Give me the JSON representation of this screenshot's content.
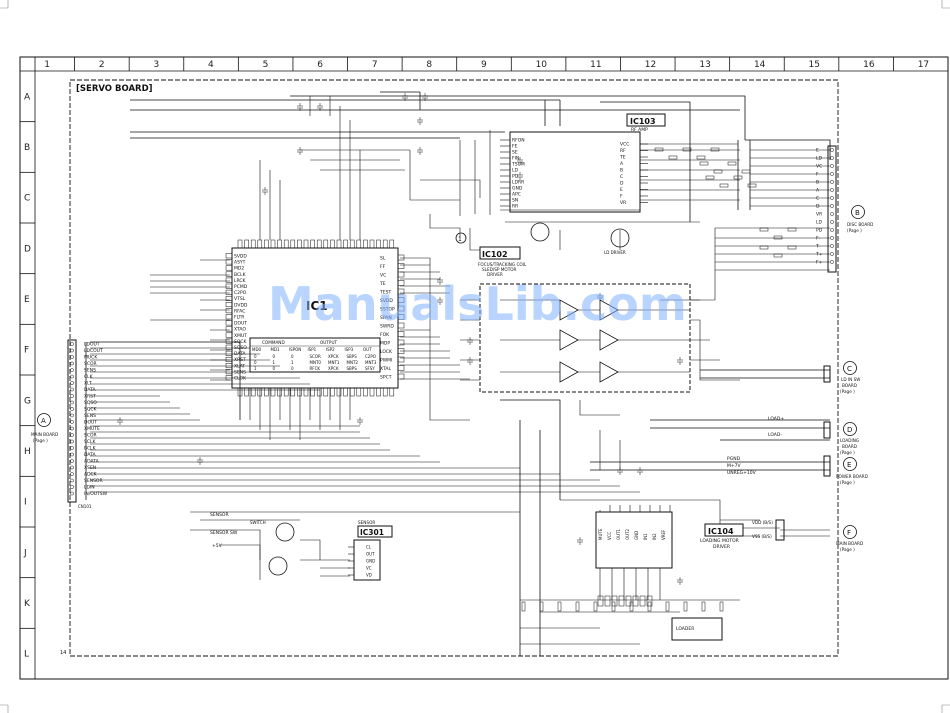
{
  "columns": [
    "1",
    "2",
    "3",
    "4",
    "5",
    "6",
    "7",
    "8",
    "9",
    "10",
    "11",
    "12",
    "13",
    "14",
    "15",
    "16",
    "17"
  ],
  "rows": [
    "A",
    "B",
    "C",
    "D",
    "E",
    "F",
    "G",
    "H",
    "I",
    "J",
    "K",
    "L"
  ],
  "board_title": "[SERVO BOARD]",
  "watermark": "ManualsLib.com",
  "ics": {
    "ic103": {
      "name": "IC103",
      "desc": "RF AMP"
    },
    "ic102": {
      "name": "IC102",
      "desc1": "FOCUS/TRACKING COIL",
      "desc2": "SLED/SP MOTOR",
      "desc3": "DRIVER"
    },
    "ic101": {
      "name": "IC1"
    },
    "ic104": {
      "name": "IC104",
      "desc1": "LOADING MOTOR",
      "desc2": "DRIVER"
    },
    "ic301": {
      "name": "IC301",
      "desc": "SENSOR"
    }
  },
  "connectors": {
    "a": {
      "letter": "A",
      "line1": "MAIN BOARD",
      "line2": "(Page   )"
    },
    "b": {
      "letter": "B",
      "line1": "DISC BOARD",
      "line2": "(Page   )"
    },
    "c": {
      "letter": "C",
      "line1": "LD IN SW",
      "line2": "BOARD",
      "line3": "(Page   )"
    },
    "d": {
      "letter": "D",
      "line1": "LOADING",
      "line2": "BOARD",
      "line3": "(Page   )"
    },
    "e": {
      "letter": "E",
      "line1": "POWER BOARD",
      "line2": "(Page   )"
    },
    "f": {
      "letter": "F",
      "line1": "MAIN BOARD",
      "line2": "(Page   )"
    }
  },
  "a_signals": [
    "LDOUT",
    "LDCOUT",
    "MUCK",
    "SCOR",
    "SENS",
    "CLK",
    "XLT",
    "DATA",
    "XRST",
    "SQSO",
    "SQCK",
    "SENS",
    "DOUT",
    "XMUTE",
    "SCOR",
    "SCLK",
    "BCLK",
    "DATA",
    "ADATA",
    "XSEN",
    "ADCK",
    "SENSOR",
    "LDIN",
    "IN/OUTSW"
  ],
  "b_signals": [
    "E",
    "LD",
    "VC",
    "F",
    "B",
    "A",
    "C",
    "D",
    "VR",
    "LD",
    "PD",
    "F-",
    "T-",
    "T+",
    "F+"
  ],
  "ic103_left_pins": [
    "RFON",
    "FE",
    "SE",
    "FIN",
    "TSUM",
    "LD",
    "PD",
    "LDRR",
    "GND",
    "APC",
    "SN",
    "RR"
  ],
  "ic103_right_pins": [
    "VCC",
    "RF",
    "TE",
    "A",
    "B",
    "C",
    "D",
    "E",
    "F",
    "VR"
  ],
  "ic1_right_pins": [
    "SL",
    "FF",
    "VC",
    "TE",
    "TEST",
    "SVDD",
    "SSTOP",
    "SPAN",
    "SWRD",
    "FOK",
    "MDP",
    "LOCK",
    "PWMI",
    "XTAL",
    "SPCT"
  ],
  "ic1_left_pins": [
    "SVDD",
    "ASYT",
    "MD2",
    "BCLK",
    "LRCK",
    "PCMD",
    "C2PO",
    "VTSL",
    "DVDD",
    "RFAC",
    "FLTR",
    "DOUT",
    "XTAO",
    "XMUT",
    "SQCK",
    "SQSO",
    "DATA",
    "XRST",
    "XLAT",
    "SENS",
    "CLOK"
  ],
  "ic104_pins": [
    "MUTE",
    "VCC",
    "OUT1",
    "OUT2",
    "GND",
    "IN1",
    "IN2",
    "VREF"
  ],
  "ic301_pins": [
    "CL",
    "OUT",
    "GND",
    "VC",
    "VD"
  ],
  "labels": {
    "gnd": "GND",
    "vcc": "VCC",
    "vdd": "+5V",
    "sensor": "SENSOR",
    "sensor_sw": "SENSOR SW",
    "switch": "SWITCH",
    "cn101": "CN101",
    "load_plus": "LOAD+",
    "load_minus": "LOAD-",
    "mvcc": "M+7V",
    "unreg": "UNREG+10V",
    "pgnd": "PGND",
    "vss_b": "VSS (B/S)",
    "vdd_b": "VDD (B/S)",
    "lo_driver": "LD DRIVER",
    "cmd_table_title": "COMMAND",
    "output_title": "OUTPUT",
    "circle1": "1",
    "page_note": "14",
    "loader": "LOADER",
    "drivers_label": "DRIVER"
  },
  "cmd_table": {
    "headers": [
      "MD0",
      "MD1",
      "ISPON",
      "ISP1",
      "ISP2",
      "ISP3",
      "OUT"
    ],
    "rows": [
      [
        "0",
        "0",
        "0",
        "SCOR",
        "XPCK",
        "SBPS",
        "C2PO"
      ],
      [
        "0",
        "1",
        "1",
        "MNT0",
        "MNT1",
        "MNT2",
        "MNT3"
      ],
      [
        "1",
        "0",
        "0",
        "RFCK",
        "XPCK",
        "SBPS",
        "SFSY"
      ]
    ]
  }
}
